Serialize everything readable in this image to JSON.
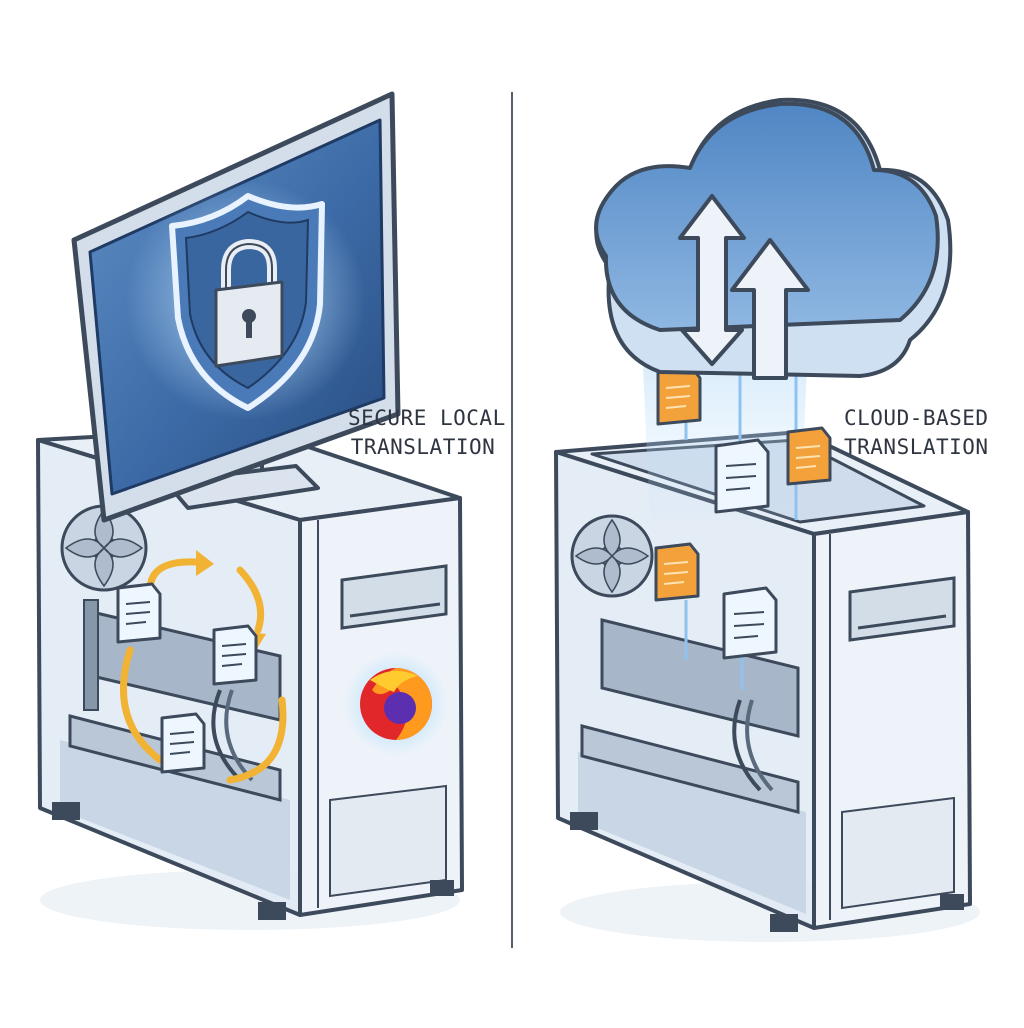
{
  "panels": {
    "local": {
      "caption_line1": "SECURE LOCAL",
      "caption_line2": "TRANSLATION",
      "icons": [
        "monitor-icon",
        "shield-lock-icon",
        "pc-tower-icon",
        "document-icon",
        "refresh-arrows-icon",
        "firefox-logo-icon"
      ]
    },
    "cloud": {
      "caption_line1": "CLOUD-BASED",
      "caption_line2": "TRANSLATION",
      "icons": [
        "cloud-icon",
        "up-down-arrows-icon",
        "document-icon",
        "pc-tower-icon"
      ]
    }
  },
  "colors": {
    "outline": "#3d4a5c",
    "screen_blue": "#2f5d96",
    "glass": "#dfe9f4",
    "cloud_blue": "#6f9fd3",
    "doc_orange": "#f3a23b",
    "sync_arrow": "#f2b233"
  }
}
